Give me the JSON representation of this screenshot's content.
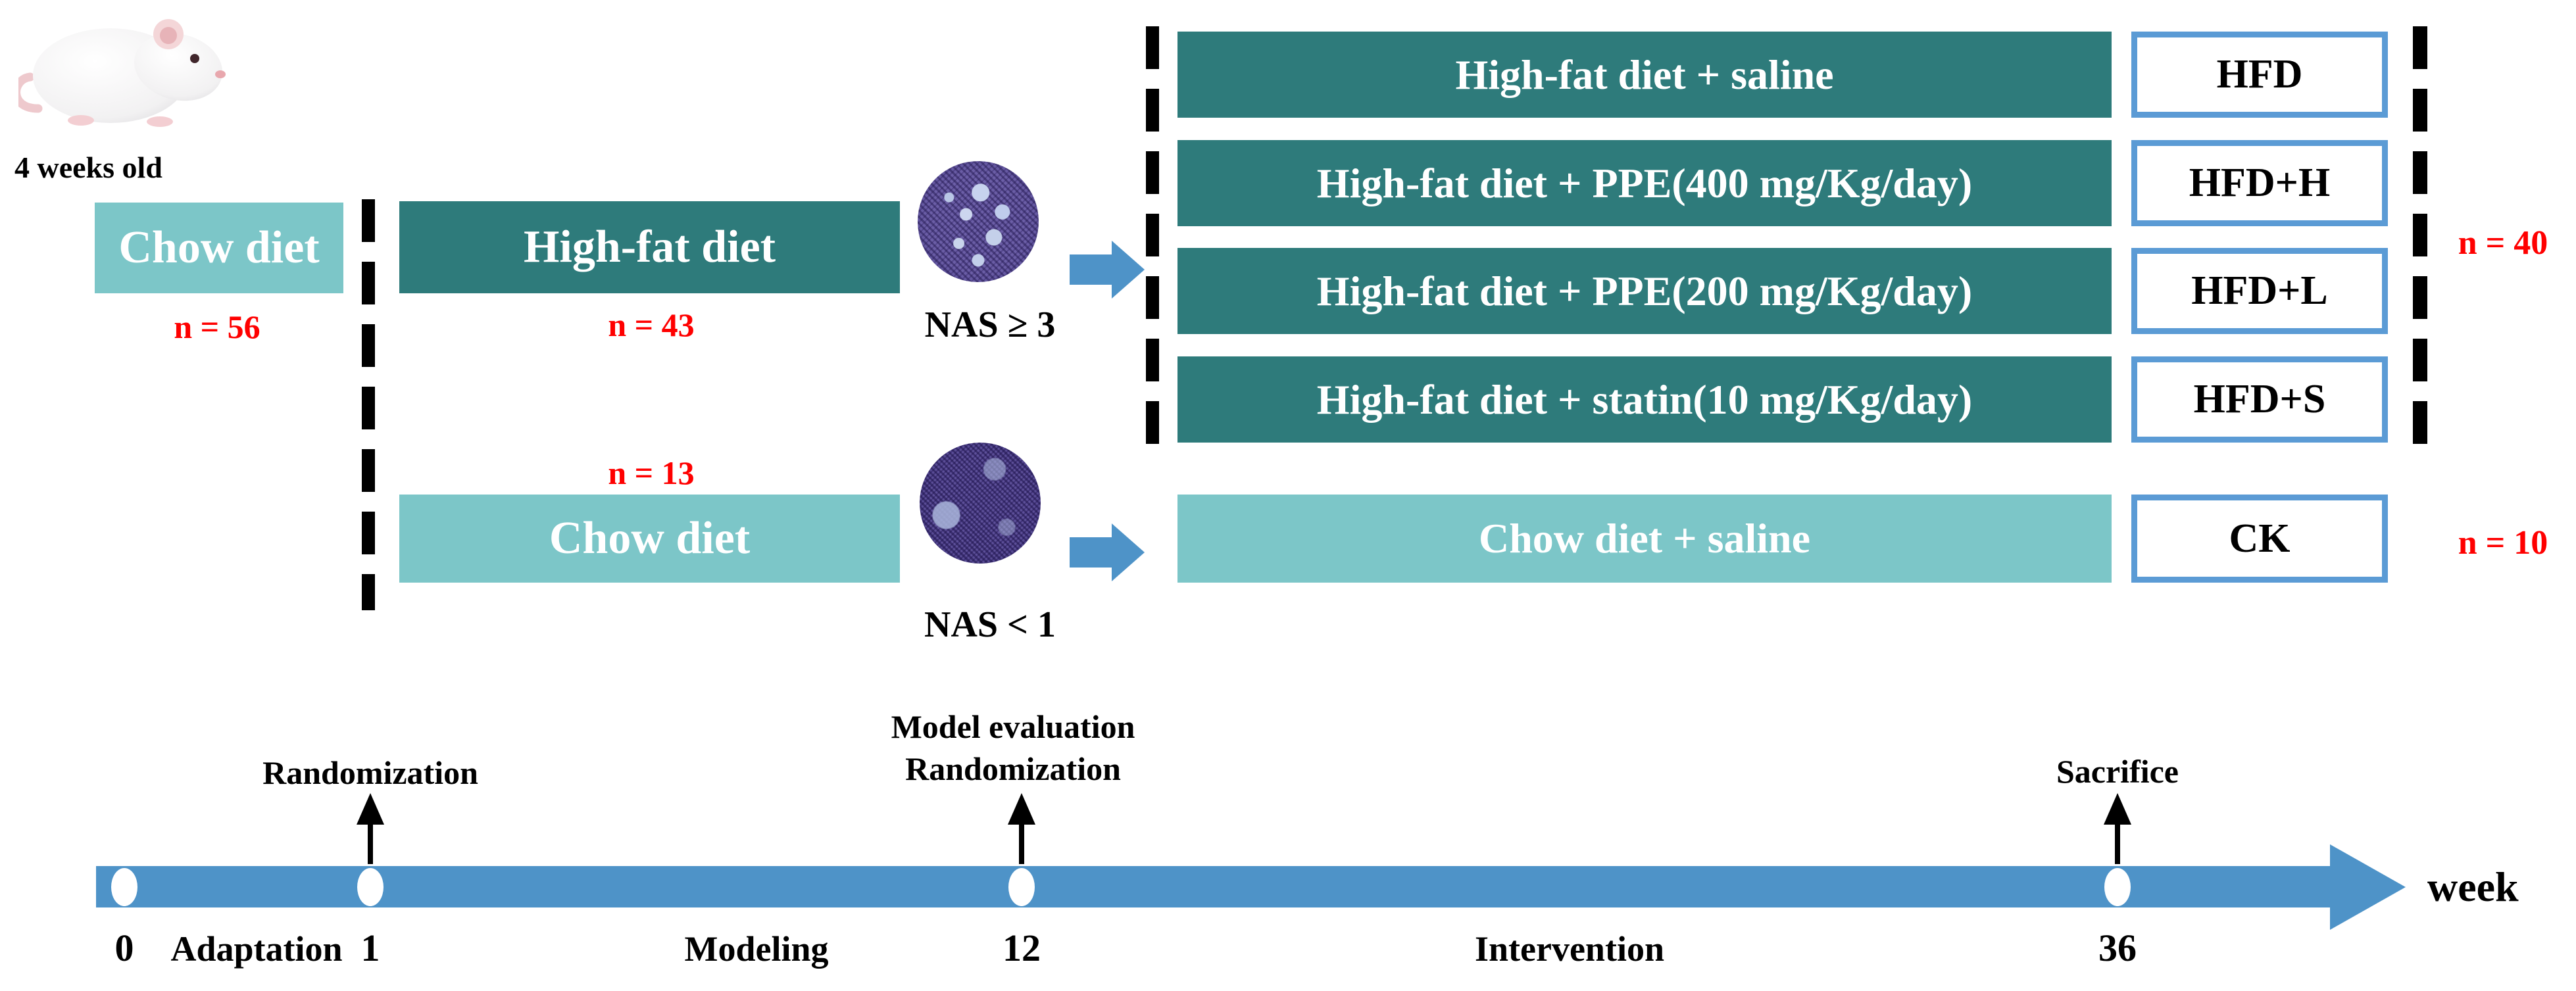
{
  "palette": {
    "dark_teal": "#2E7B7B",
    "light_teal": "#7CC6C8",
    "arrow_blue": "#4E93C8",
    "code_border_blue": "#5B9BD5",
    "count_red": "#FF0000"
  },
  "intro": {
    "age_label": "4 weeks old",
    "rat_image": "white-rat-photo"
  },
  "cohort": {
    "label": "Chow diet",
    "n": "n = 56"
  },
  "modeling": {
    "hfd": {
      "label": "High-fat diet",
      "n": "n = 43"
    },
    "chow": {
      "label": "Chow diet",
      "n": "n = 13"
    }
  },
  "histology": {
    "nash_criterion": "NAS ≥ 3",
    "normal_criterion": "NAS < 1",
    "nash_image": "liver-section-steatosis",
    "normal_image": "liver-section-normal"
  },
  "groups": [
    {
      "label": "High-fat diet + saline",
      "code": "HFD"
    },
    {
      "label": "High-fat diet + PPE(400 mg/Kg/day)",
      "code": "HFD+H"
    },
    {
      "label": "High-fat diet + PPE(200 mg/Kg/day)",
      "code": "HFD+L"
    },
    {
      "label": "High-fat diet + statin(10 mg/Kg/day)",
      "code": "HFD+S"
    }
  ],
  "groups_n": "n = 40",
  "control": {
    "label": "Chow diet + saline",
    "code": "CK",
    "n": "n = 10"
  },
  "timeline": {
    "axis_label": "week",
    "ticks": [
      "0",
      "1",
      "12",
      "36"
    ],
    "phases": [
      "Adaptation",
      "Modeling",
      "Intervention"
    ],
    "events": {
      "week1": "Randomization",
      "week12_line1": "Model evaluation",
      "week12_line2": "Randomization",
      "week36": "Sacrifice"
    }
  }
}
